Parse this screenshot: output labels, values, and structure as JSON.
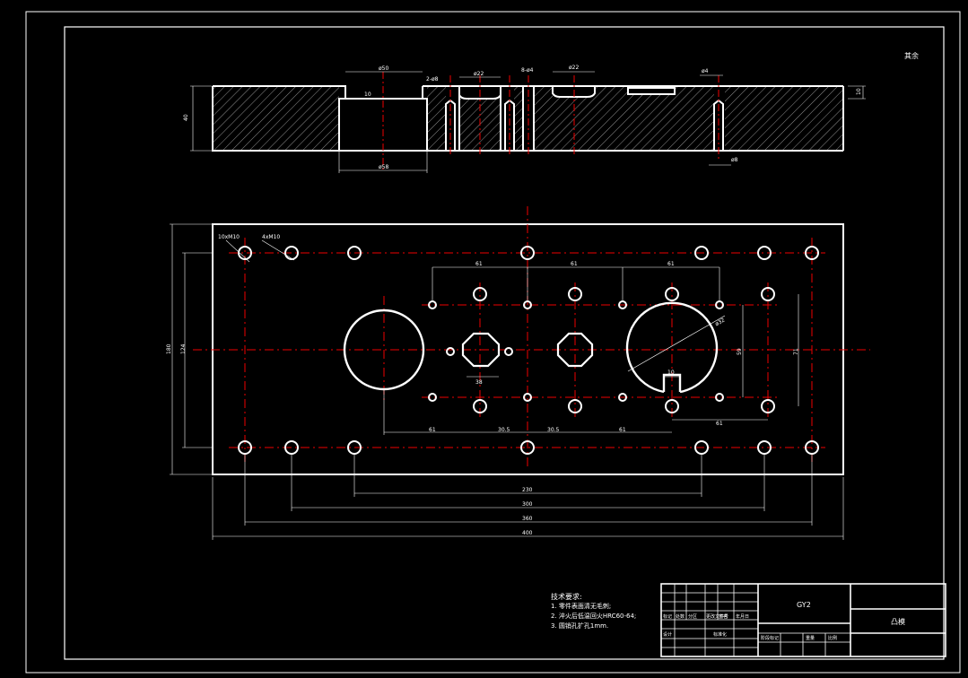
{
  "corner_mark": "其余",
  "top_view": {
    "dims": {
      "bore_top": "ø50",
      "bore_bottom": "ø58",
      "step_depth": "10",
      "height": "40",
      "hole_a": "2-ø8",
      "hole_b": "ø22",
      "hole_c": "8-ø4",
      "hole_d": "ø22",
      "slot": "ø4",
      "slot_bottom": "ø8",
      "right_depth": "10"
    }
  },
  "plan_view": {
    "dims": {
      "thread_a": "10xM10",
      "thread_b": "4xM10",
      "height_total": "180",
      "height_inner": "124",
      "span_top_left": "61",
      "span_top_mid": "61",
      "span_top_right": "61",
      "small_circle_dia": "38",
      "big_circle_dia": "ø32",
      "notch_width": "10",
      "right_vertical_a": "59",
      "right_vertical_b": "71",
      "bottom_a": "61",
      "bottom_b": "30.5",
      "bottom_c": "30.5",
      "bottom_d": "61",
      "bottom_e": "61",
      "overall_1": "230",
      "overall_2": "300",
      "overall_3": "360",
      "overall_4": "400"
    }
  },
  "notes": {
    "title": "技术要求:",
    "items": [
      "1. 零件表面清无毛刺;",
      "2. 淬火后低温回火HRC60-64;",
      "3. 圆销孔扩孔1mm."
    ]
  },
  "title_block": {
    "part_name": "凸模",
    "drawing_no": "GY2",
    "small_cells": [
      "标记",
      "处数",
      "分区",
      "更改文件号",
      "签名",
      "年月日"
    ],
    "bottom_cells": [
      "设计",
      "标准化",
      "阶段标记",
      "重量",
      "比例"
    ]
  }
}
